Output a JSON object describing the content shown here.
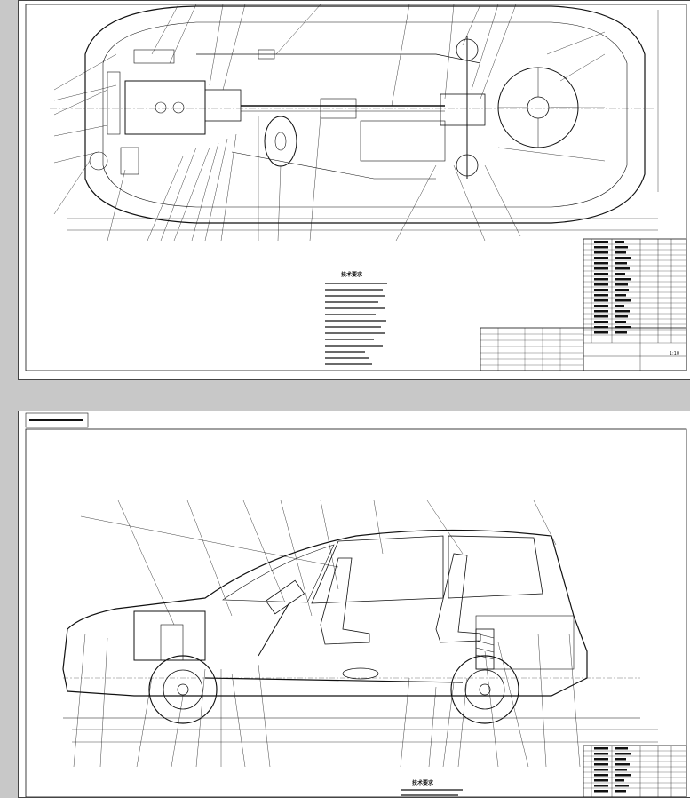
{
  "top_sheet": {
    "notes_heading": "技术要求",
    "scale_label": "1:10"
  },
  "bottom_sheet": {
    "sheet_tag": "",
    "notes_heading": "技术要求"
  }
}
